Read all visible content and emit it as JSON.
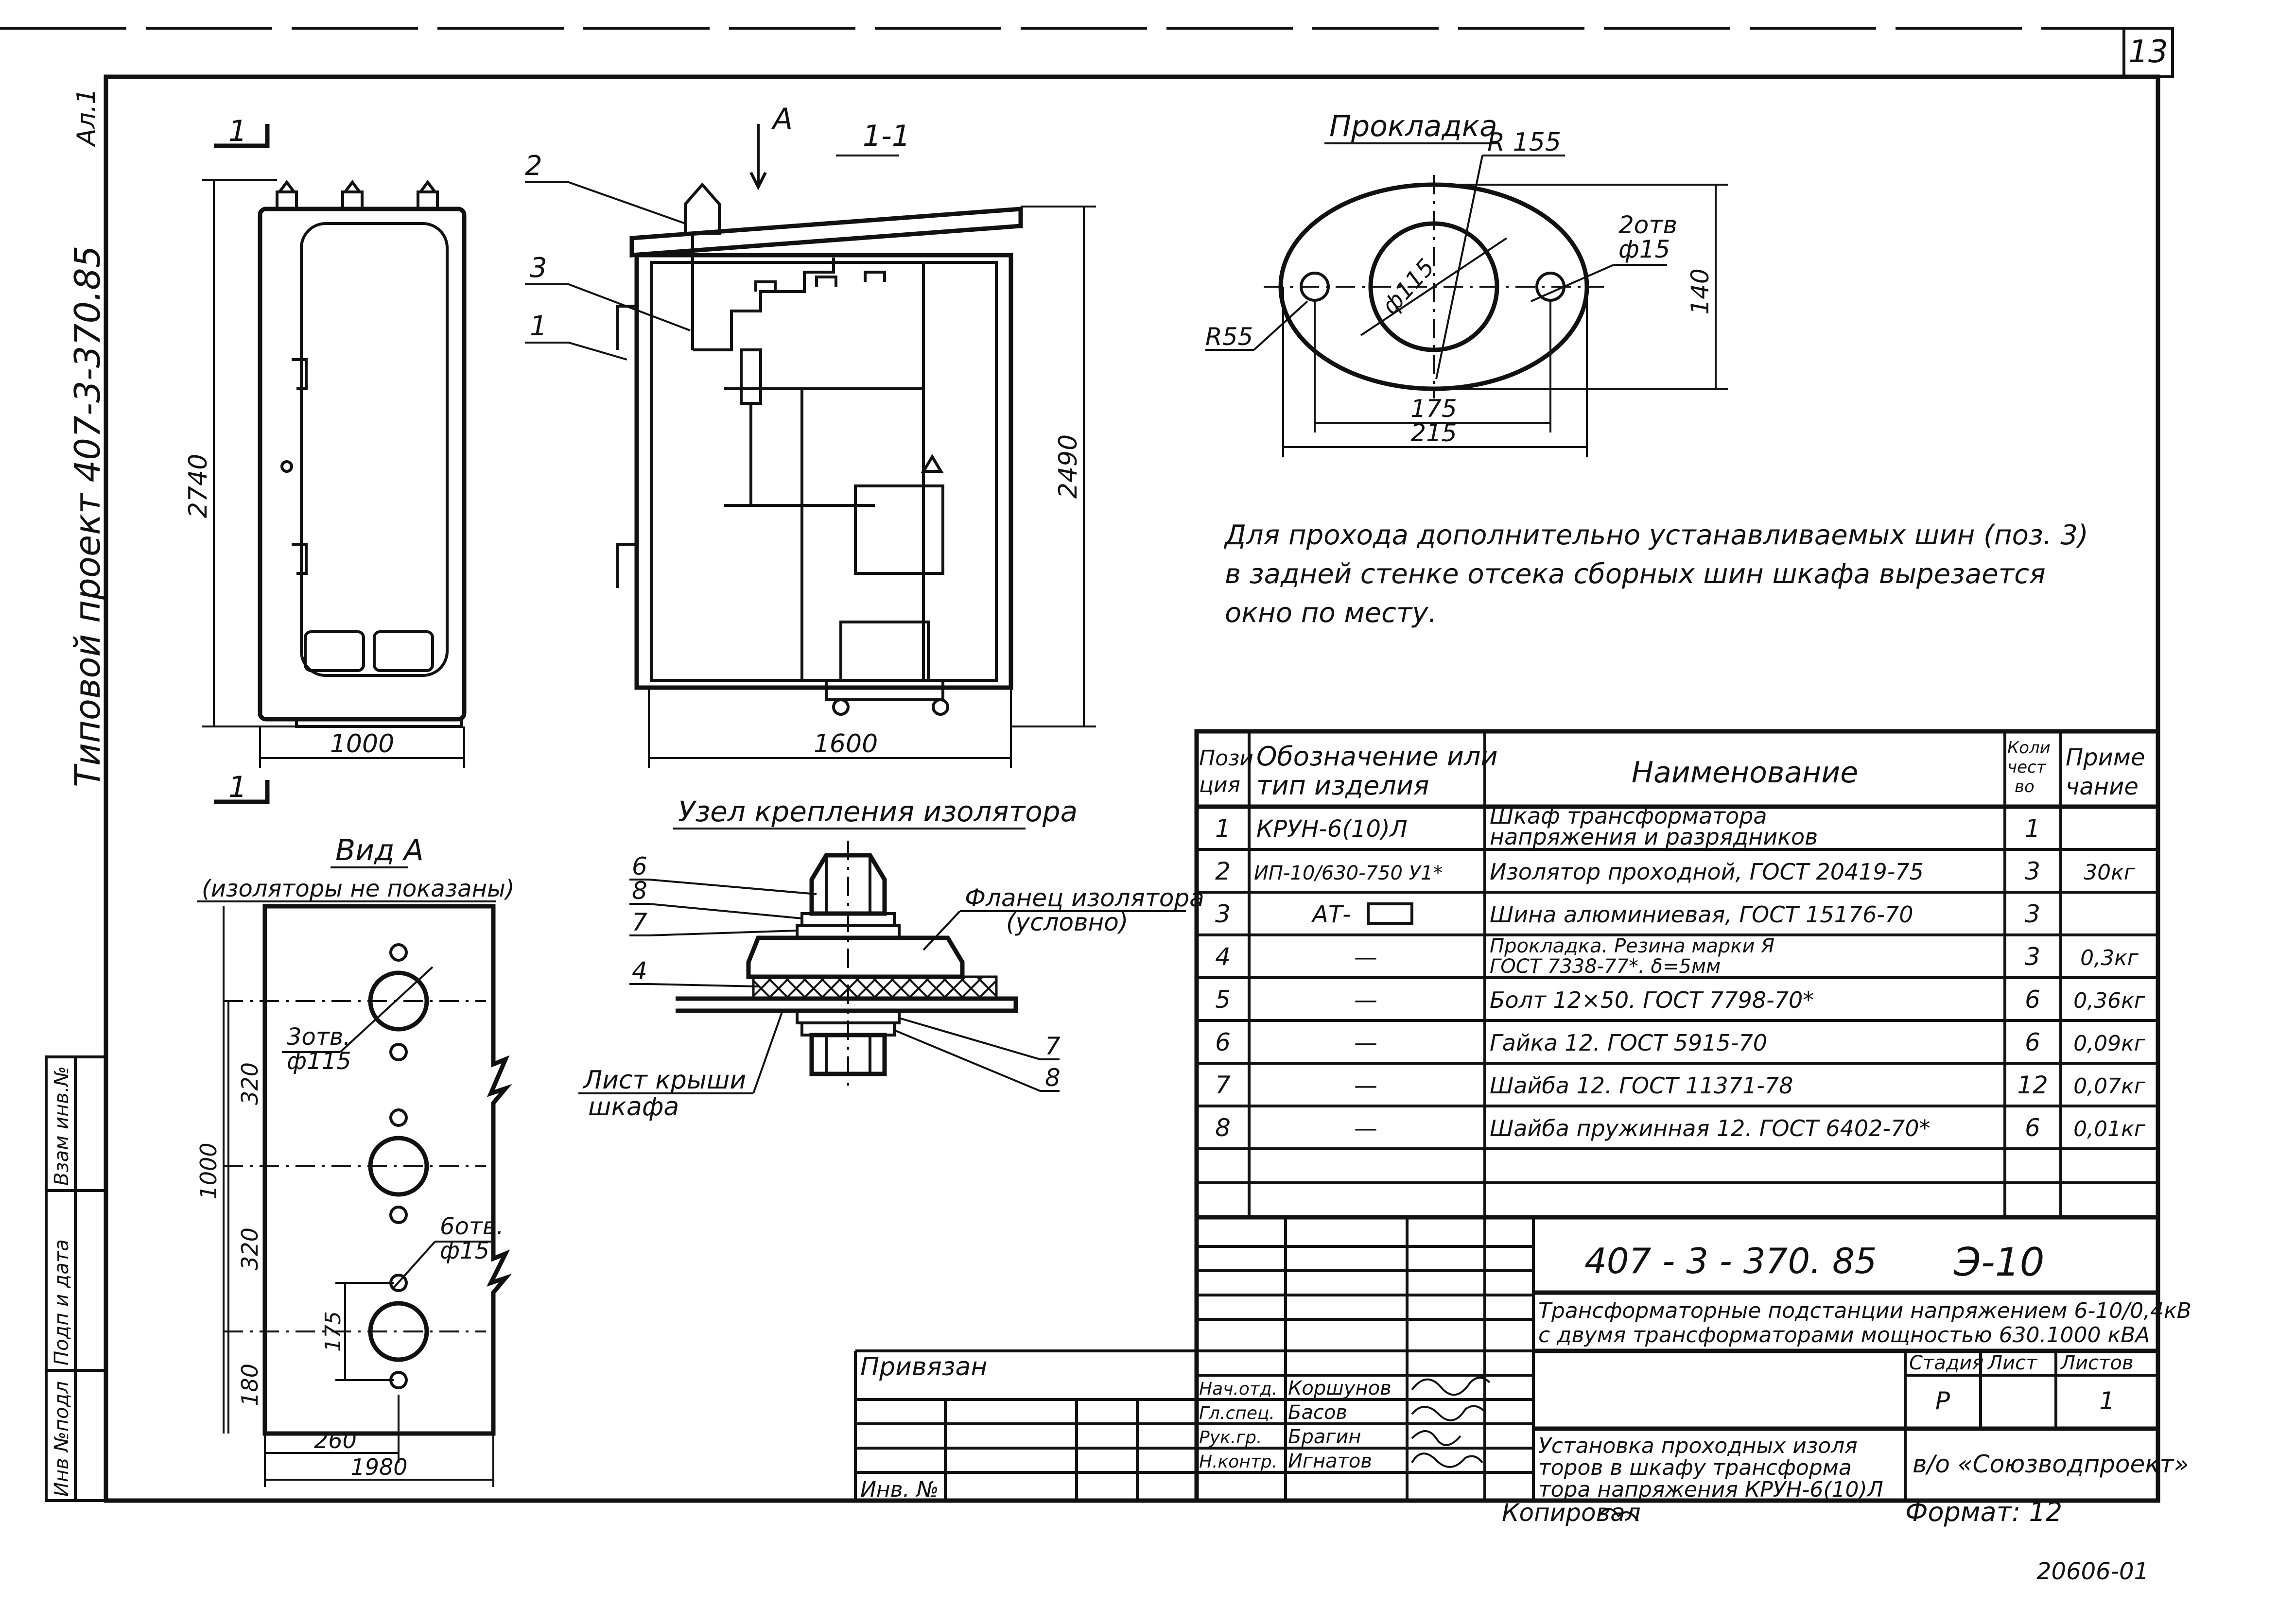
{
  "page": {
    "sheet_number": "13",
    "project_side": "Типовой проект 407-3-370.85",
    "album": "Ал.1",
    "side_stamp": [
      "Инв №подл",
      "Подп и дата",
      "Взам инв.№"
    ],
    "bottom_code": "20606-01",
    "copied_label": "Копировал",
    "format_label": "Формат: 12"
  },
  "front_view": {
    "dim_height": "2740",
    "dim_width": "1000",
    "section_mark": "1"
  },
  "section_view": {
    "title": "1-1",
    "arrow_label": "А",
    "callouts": [
      "2",
      "3",
      "1"
    ],
    "dim_height": "2490",
    "dim_width": "1600"
  },
  "gasket": {
    "title": "Прокладка",
    "r_big": "R 155",
    "holes": "2отв",
    "hole_dia": "ф15",
    "center_dia": "ф115",
    "r_small": "R55",
    "height": "140",
    "inner_width": "175",
    "outer_width": "215"
  },
  "note": {
    "line1": "Для прохода дополнительно устанавливаемых шин (поз. 3)",
    "line2": "в задней стенке отсека сборных шин шкафа вырезается",
    "line3": "окно по месту."
  },
  "view_a": {
    "title": "Вид А",
    "subtitle": "(изоляторы не показаны)",
    "holes_big": "3отв.",
    "holes_big_dia": "ф115",
    "holes_small": "6отв.",
    "holes_small_dia": "ф15",
    "dim_320a": "320",
    "dim_320b": "320",
    "dim_180": "180",
    "dim_175": "175",
    "dim_1000": "1000",
    "dim_260": "260",
    "dim_1980": "1980"
  },
  "node": {
    "title": "Узел крепления изолятора",
    "flange_l1": "Фланец изолятора",
    "flange_l2": "(условно)",
    "sheet_l1": "Лист крыши",
    "sheet_l2": "шкафа",
    "callouts": [
      "6",
      "8",
      "7",
      "4",
      "7",
      "8"
    ]
  },
  "spec": {
    "headers": {
      "pos_l1": "Пози",
      "pos_l2": "ция",
      "desig_l1": "Обозначение или",
      "desig_l2": "тип изделия",
      "name": "Наименование",
      "qty_l1": "Коли",
      "qty_l2": "чест",
      "qty_l3": "во",
      "note_l1": "Приме",
      "note_l2": "чание"
    },
    "rows": [
      {
        "pos": "1",
        "desig": "КРУН-6(10)Л",
        "name1": "Шкаф трансформатора",
        "name2": "напряжения и разрядников",
        "qty": "1",
        "note": ""
      },
      {
        "pos": "2",
        "desig": "ИП-10/630-750 У1*",
        "name1": "Изолятор проходной, ГОСТ 20419-75",
        "name2": "",
        "qty": "3",
        "note": "30кг"
      },
      {
        "pos": "3",
        "desig": "АТ-",
        "name1": "Шина алюминиевая, ГОСТ 15176-70",
        "name2": "",
        "qty": "3",
        "note": ""
      },
      {
        "pos": "4",
        "desig": "—",
        "name1": "Прокладка. Резина марки Я",
        "name2": "ГОСТ 7338-77*. δ=5мм",
        "qty": "3",
        "note": "0,3кг"
      },
      {
        "pos": "5",
        "desig": "—",
        "name1": "Болт 12×50. ГОСТ 7798-70*",
        "name2": "",
        "qty": "6",
        "note": "0,36кг"
      },
      {
        "pos": "6",
        "desig": "—",
        "name1": "Гайка 12. ГОСТ 5915-70",
        "name2": "",
        "qty": "6",
        "note": "0,09кг"
      },
      {
        "pos": "7",
        "desig": "—",
        "name1": "Шайба 12. ГОСТ 11371-78",
        "name2": "",
        "qty": "12",
        "note": "0,07кг"
      },
      {
        "pos": "8",
        "desig": "—",
        "name1": "Шайба пружинная 12. ГОСТ 6402-70*",
        "name2": "",
        "qty": "6",
        "note": "0,01кг"
      }
    ]
  },
  "title_block": {
    "code": "407 - 3 - 370. 85",
    "sheet_code": "Э-10",
    "project_l1": "Трансформаторные подстанции напряжением 6-10/0,4кВ",
    "project_l2": "с двумя трансформаторами мощностью 630.1000 кВА",
    "stage_h": "Стадия",
    "sheet_h": "Лист",
    "sheets_h": "Листов",
    "stage": "Р",
    "sheets": "1",
    "bound": "Привязан",
    "inv": "Инв. №",
    "roles": [
      {
        "role": "Нач.отд.",
        "name": "Коршунов"
      },
      {
        "role": "Гл.спец.",
        "name": "Басов"
      },
      {
        "role": "Рук.гр.",
        "name": "Брагин"
      },
      {
        "role": "Н.контр.",
        "name": "Игнатов"
      }
    ],
    "desc_l1": "Установка проходных изоля",
    "desc_l2": "торов в шкафу трансформа",
    "desc_l3": "тора напряжения КРУН-6(10)Л",
    "org": "в/о «Союзводпроект»"
  }
}
